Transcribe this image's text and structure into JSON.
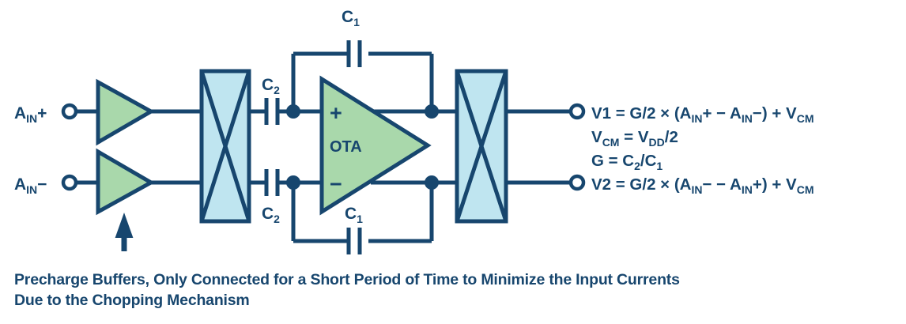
{
  "colors": {
    "stroke": "#17466e",
    "buffer_fill": "#a9d8ab",
    "chopper_fill": "#bfe5f0",
    "ota_fill": "#a9d8ab",
    "background": "#ffffff",
    "text": "#17466e"
  },
  "inputs": [
    {
      "base": "A",
      "sub": "IN",
      "sign": "+",
      "name": "a-in-plus"
    },
    {
      "base": "A",
      "sub": "IN",
      "sign": "−",
      "name": "a-in-minus"
    }
  ],
  "blocks": {
    "buffer_top_label": "",
    "buffer_bottom_label": "",
    "input_chopper_label": "",
    "output_chopper_label": "",
    "ota_label": "OTA",
    "ota_plus": "+",
    "ota_minus": "−"
  },
  "capacitors": {
    "c1_base": "C",
    "c1_sub": "1",
    "c2_base": "C",
    "c2_sub": "2",
    "top_feedback": "C1",
    "bottom_feedback": "C1",
    "input_top": "C2",
    "input_bottom": "C2"
  },
  "equations": [
    {
      "name": "equation-v1",
      "parts": [
        {
          "t": "V1 = G/2 × (A",
          "s": false
        },
        {
          "t": "IN",
          "s": true
        },
        {
          "t": "+ − A",
          "s": false
        },
        {
          "t": "IN",
          "s": true
        },
        {
          "t": "−) + V",
          "s": false
        },
        {
          "t": "CM",
          "s": true
        }
      ]
    },
    {
      "name": "equation-vcm",
      "parts": [
        {
          "t": "V",
          "s": false
        },
        {
          "t": "CM",
          "s": true
        },
        {
          "t": " = V",
          "s": false
        },
        {
          "t": "DD",
          "s": true
        },
        {
          "t": "/2",
          "s": false
        }
      ]
    },
    {
      "name": "equation-gain",
      "parts": [
        {
          "t": "G = C",
          "s": false
        },
        {
          "t": "2",
          "s": true
        },
        {
          "t": "/C",
          "s": false
        },
        {
          "t": "1",
          "s": true
        }
      ]
    },
    {
      "name": "equation-v2",
      "parts": [
        {
          "t": "V2 = G/2 × (A",
          "s": false
        },
        {
          "t": "IN",
          "s": true
        },
        {
          "t": "− − A",
          "s": false
        },
        {
          "t": "IN",
          "s": true
        },
        {
          "t": "+) + V",
          "s": false
        },
        {
          "t": "CM",
          "s": true
        }
      ]
    }
  ],
  "caption": {
    "line1": "Precharge Buffers, Only Connected for a Short Period of Time to Minimize the Input Currents",
    "line2": "Due to the Chopping Mechanism"
  },
  "annotations": {
    "precharge_arrow": "up-arrow-icon"
  }
}
